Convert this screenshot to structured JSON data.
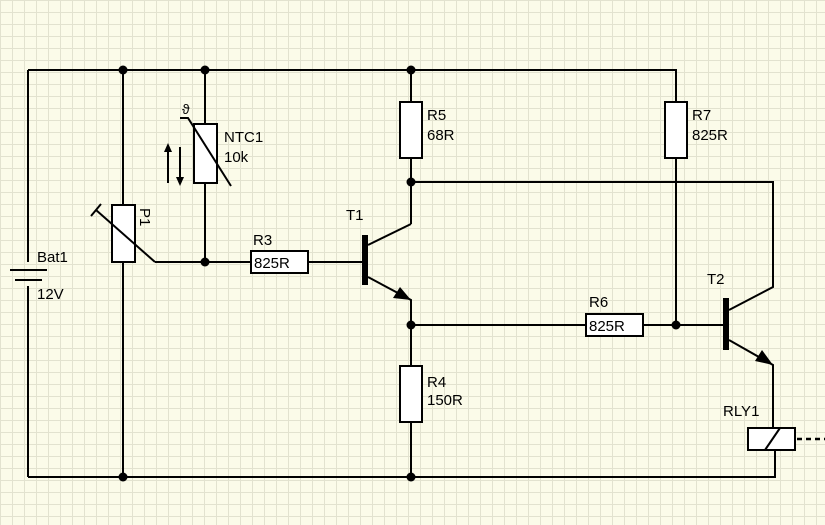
{
  "components": {
    "bat1": {
      "ref": "Bat1",
      "value": "12V"
    },
    "p1": {
      "ref": "P1"
    },
    "ntc1": {
      "ref": "NTC1",
      "value": "10k",
      "glyph": "ϑ"
    },
    "r3": {
      "ref": "R3",
      "value": "825R"
    },
    "r4": {
      "ref": "R4",
      "value": "150R"
    },
    "r5": {
      "ref": "R5",
      "value": "68R"
    },
    "r6": {
      "ref": "R6",
      "value": "825R"
    },
    "r7": {
      "ref": "R7",
      "value": "825R"
    },
    "t1": {
      "ref": "T1"
    },
    "t2": {
      "ref": "T2"
    },
    "rly1": {
      "ref": "RLY1"
    }
  }
}
